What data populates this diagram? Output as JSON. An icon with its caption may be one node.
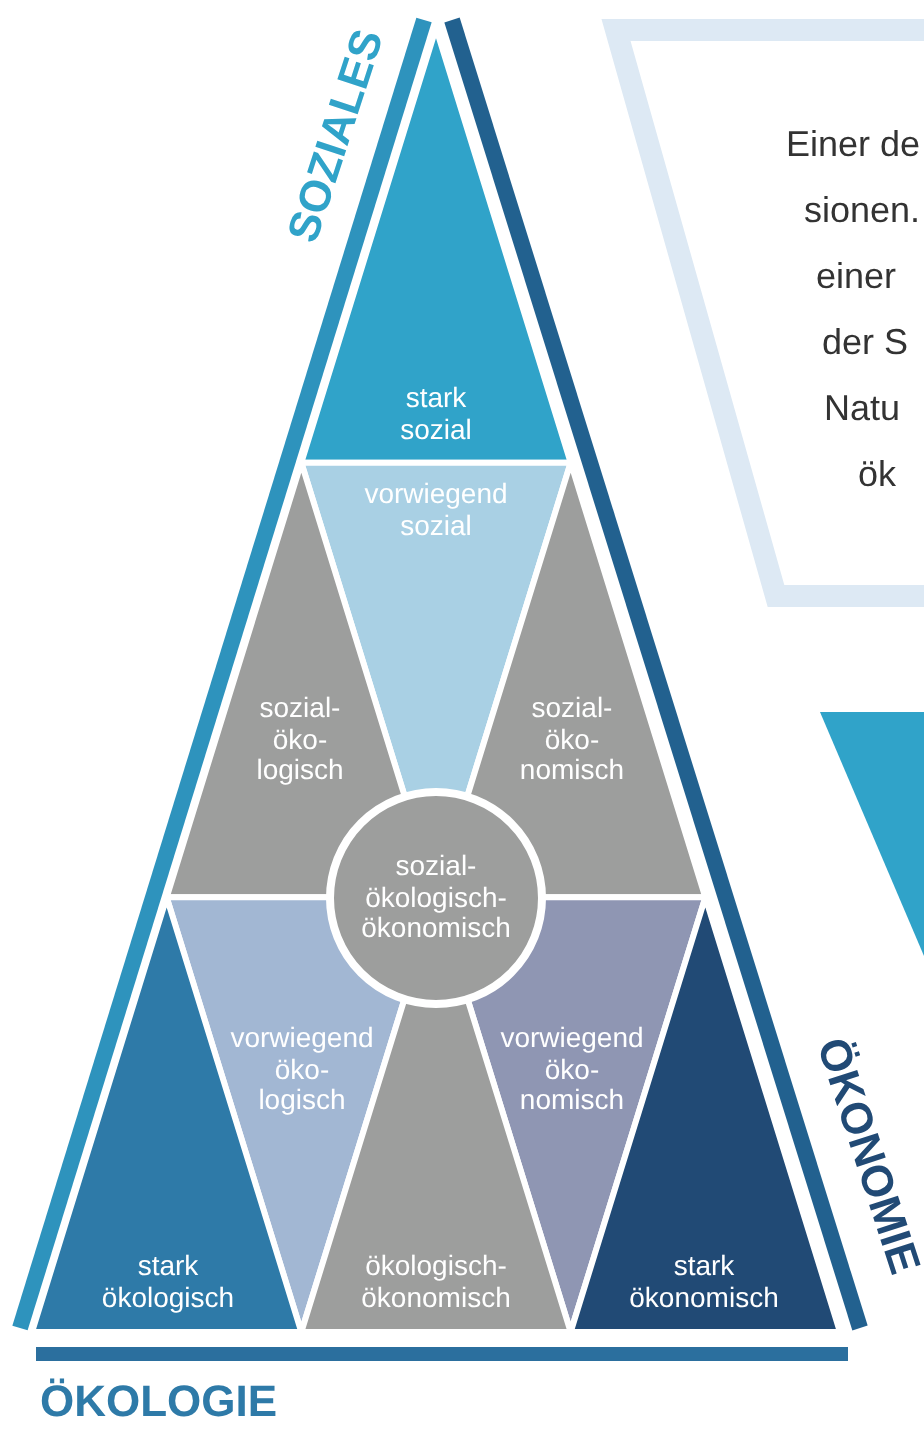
{
  "diagram": {
    "nodes": [
      {
        "text": [
          "stark sozial"
        ]
      },
      {
        "text": [
          "vorwiegend sozial"
        ]
      },
      {
        "text": [
          "sozial- öko- logisch"
        ]
      },
      {
        "text": [
          "sozial- öko- nomisch"
        ]
      },
      {
        "text": [
          "sozial- ökologisch- ökonomisch"
        ]
      },
      {
        "text": [
          "vorwiegend öko- logisch"
        ]
      },
      {
        "text": [
          "vorwiegend öko- nomisch"
        ]
      },
      {
        "text": [
          "stark ökologisch"
        ]
      },
      {
        "text": [
          "ökologisch- ökonomisch"
        ]
      },
      {
        "text": [
          "stark ökonomisch"
        ]
      }
    ],
    "labels": [
      "SOZIALES",
      "Einer de",
      "sionen.",
      "einer",
      "der S",
      "Natu",
      "ök",
      "ÖKONOMIE",
      "ÖKOLOGIE"
    ]
  }
}
